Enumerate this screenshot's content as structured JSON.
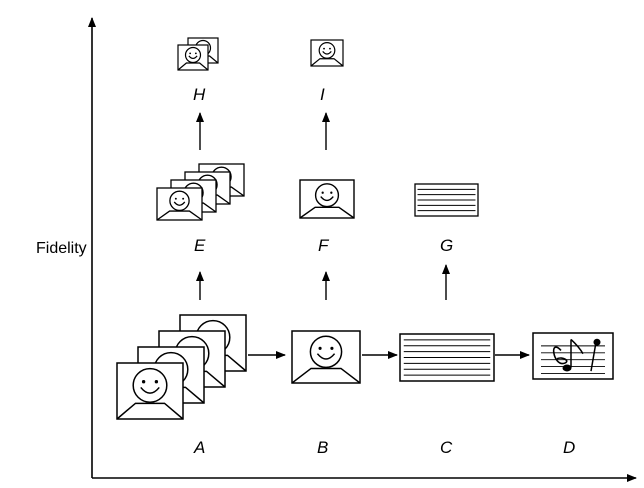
{
  "axis": {
    "y_label": "Fidelity"
  },
  "nodes": [
    {
      "id": "A",
      "label": "A",
      "content": "video"
    },
    {
      "id": "B",
      "label": "B",
      "content": "image"
    },
    {
      "id": "C",
      "label": "C",
      "content": "text"
    },
    {
      "id": "D",
      "label": "D",
      "content": "audio"
    },
    {
      "id": "E",
      "label": "E",
      "content": "video"
    },
    {
      "id": "F",
      "label": "F",
      "content": "image"
    },
    {
      "id": "G",
      "label": "G",
      "content": "text"
    },
    {
      "id": "H",
      "label": "H",
      "content": "video"
    },
    {
      "id": "I",
      "label": "I",
      "content": "image"
    }
  ],
  "edges": [
    {
      "from": "A",
      "to": "B"
    },
    {
      "from": "B",
      "to": "C"
    },
    {
      "from": "C",
      "to": "D"
    },
    {
      "from": "A",
      "to": "E"
    },
    {
      "from": "B",
      "to": "F"
    },
    {
      "from": "C",
      "to": "G"
    },
    {
      "from": "E",
      "to": "H"
    },
    {
      "from": "F",
      "to": "I"
    }
  ]
}
